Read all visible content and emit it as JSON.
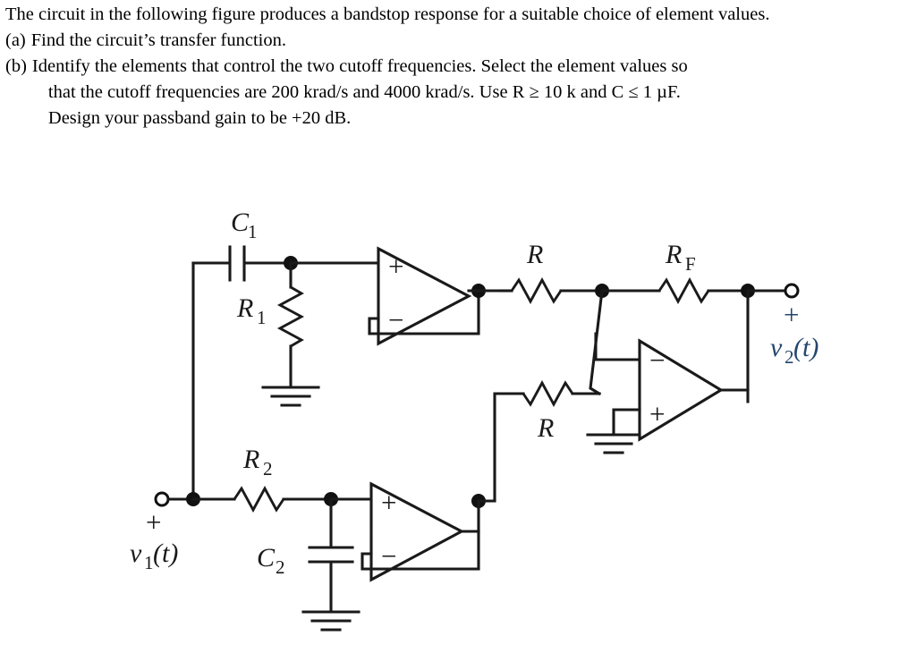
{
  "problem": {
    "intro": "The circuit in the following figure produces a bandstop response for a suitable choice of element values.",
    "items": [
      {
        "marker": "(a)",
        "text": "Find the circuit’s transfer function."
      },
      {
        "marker": "(b)",
        "text": "Identify the elements that control the two cutoff frequencies. Select the element values so",
        "text_line2": "that the cutoff frequencies are 200 krad/s and 4000 krad/s. Use R ≥ 10 k and C ≤ 1 µF.",
        "text_line3": "Design your passband gain to be +20 dB."
      }
    ]
  },
  "figure": {
    "caption": "",
    "colors": {
      "wire": "#1a1a1a",
      "output_label": "#24466e"
    },
    "components": [
      {
        "id": "C1",
        "kind": "capacitor",
        "base": "C",
        "sub": "1"
      },
      {
        "id": "R1",
        "kind": "resistor",
        "base": "R",
        "sub": "1"
      },
      {
        "id": "R2",
        "kind": "resistor",
        "base": "R",
        "sub": "2"
      },
      {
        "id": "C2",
        "kind": "capacitor",
        "base": "C",
        "sub": "2"
      },
      {
        "id": "Rtop",
        "kind": "resistor",
        "base": "R",
        "sub": ""
      },
      {
        "id": "RF",
        "kind": "resistor",
        "base": "R",
        "sub": "F"
      },
      {
        "id": "Rbot",
        "kind": "resistor",
        "base": "R",
        "sub": ""
      }
    ],
    "opamps": [
      {
        "id": "A1",
        "role": "buffer-top",
        "top_sign": "+",
        "bottom_sign": "−"
      },
      {
        "id": "A2",
        "role": "buffer-bottom",
        "top_sign": "+",
        "bottom_sign": "−"
      },
      {
        "id": "A3",
        "role": "summing-inverting",
        "top_sign": "−",
        "bottom_sign": "+"
      }
    ],
    "terminals": {
      "input": {
        "polarity": "+",
        "base": "v",
        "sub": "1",
        "arg": "(t)"
      },
      "output": {
        "polarity": "+",
        "base": "v",
        "sub": "2",
        "arg": "(t)"
      }
    }
  }
}
